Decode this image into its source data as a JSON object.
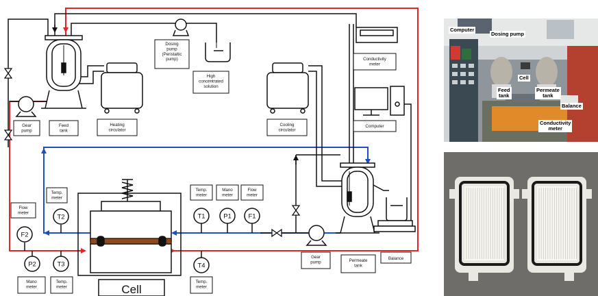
{
  "diagram": {
    "labels": {
      "gear_pump_left": "Gear\npump",
      "feed_tank": "Feed\ntank",
      "heating_circulator": "Heating\ncirculator",
      "dosing_pump": "Dosing\npump\n(Peristaltic\npump)",
      "high_conc": "High\nconcentrated\nsolution",
      "cooling_circulator": "Cooling\ncirculator",
      "conductivity_meter": "Conductivity\nmeter",
      "computer": "Computer",
      "temp_meter_t2": "Temp.\nmeter",
      "flow_meter_f2": "Flow\nmeter",
      "temp_meter_t1": "Temp.\nmeter",
      "mano_meter_p1": "Mano\nmeter",
      "flow_meter_f1": "Flow\nmeter",
      "mano_meter_p2": "Mano\nmeter",
      "temp_meter_t3": "Temp.\nmeter",
      "temp_meter_t4": "Temp.\nmeter",
      "gear_pump_right": "Gear\npump",
      "permeate_tank": "Permeate\ntank",
      "balance": "Balance",
      "cell": "Cell"
    },
    "gauges": {
      "t2": "T2",
      "f2": "F2",
      "p2": "P2",
      "t3": "T3",
      "t4": "T4",
      "t1": "T1",
      "p1": "P1",
      "f1": "F1"
    },
    "colors": {
      "red_line": "#e0262b",
      "blue_line": "#1f4fbf",
      "membrane": "#8b4a1f"
    }
  },
  "photo_top": {
    "labels": {
      "computer": "Computer",
      "dosing_pump": "Dosing pump",
      "cell": "Cell",
      "feed_tank": "Feed\ntank",
      "permeate_tank": "Permeate\ntank",
      "balance": "Balance",
      "conductivity_meter": "Conductivity\nmeter"
    }
  }
}
